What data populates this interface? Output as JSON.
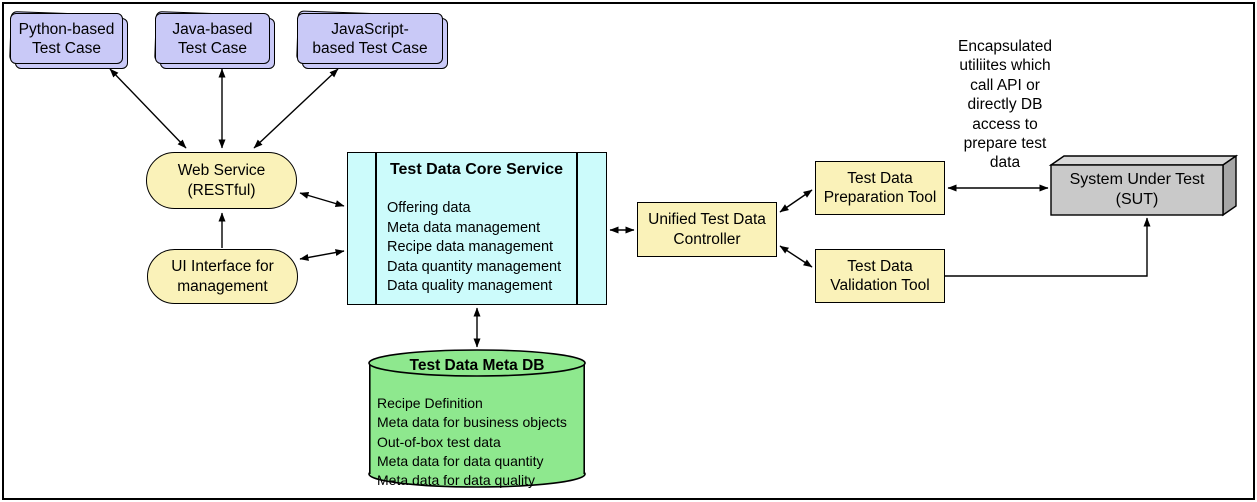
{
  "diagram": {
    "test_cases": [
      {
        "label": "Python-based\nTest Case"
      },
      {
        "label": "Java-based\nTest Case"
      },
      {
        "label": "JavaScript-\nbased Test Case"
      }
    ],
    "web_service": {
      "label": "Web Service\n(RESTful)"
    },
    "ui_interface": {
      "label": "UI Interface for\nmanagement"
    },
    "core_service": {
      "title": "Test Data Core Service",
      "items": [
        "Offering data",
        "Meta data management",
        "Recipe data management",
        "Data quantity management",
        "Data quality management"
      ]
    },
    "controller": {
      "label": "Unified Test Data\nController"
    },
    "preparation_tool": {
      "label": "Test Data\nPreparation Tool"
    },
    "validation_tool": {
      "label": "Test Data\nValidation Tool"
    },
    "sut": {
      "label": "System Under Test\n(SUT)"
    },
    "meta_db": {
      "title": "Test Data Meta DB",
      "items": [
        "Recipe Definition",
        "Meta data for business objects",
        "Out-of-box test data",
        "Meta data for data quantity",
        "Meta data for data quality"
      ]
    },
    "annotation": "Encapsulated\nutiliites which\ncall API or\ndirectly DB\naccess to\nprepare test\ndata"
  },
  "colors": {
    "test_case_fill": "#c9c9f7",
    "service_fill": "#faf2b9",
    "core_service_fill": "#ccfbfb",
    "meta_db_fill": "#8ee88e",
    "sut_front_fill": "#c9c9c9",
    "sut_top_fill": "#d8d8d8",
    "sut_side_fill": "#a6a6a6",
    "stroke": "#000000"
  }
}
